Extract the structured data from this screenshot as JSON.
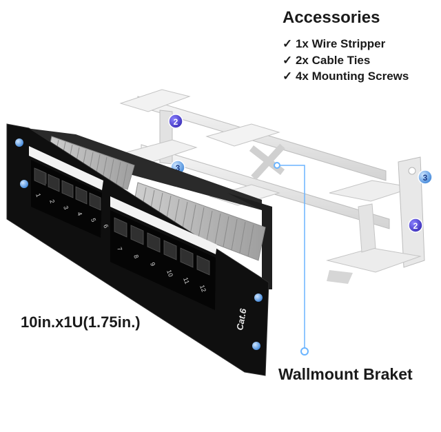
{
  "accessories": {
    "title": "Accessories",
    "items": [
      "✓ 1x Wire Stripper",
      "✓ 2x Cable Ties",
      "✓ 4x Mounting Screws"
    ]
  },
  "panel": {
    "size_label": "10in.x1U(1.75in.)",
    "cat_label": "Cat.6",
    "port_numbers": [
      "1",
      "2",
      "3",
      "4",
      "5",
      "6",
      "7",
      "8",
      "9",
      "10",
      "11",
      "12"
    ]
  },
  "bracket": {
    "label": "Wallmount Braket",
    "callouts": [
      "2",
      "3",
      "3",
      "2"
    ]
  },
  "colors": {
    "panel": "#111111",
    "bracket": "#e6e6e6",
    "callout": "#5b4fd6",
    "leader_line": "#4ea3ff",
    "text": "#1a1a1a"
  }
}
